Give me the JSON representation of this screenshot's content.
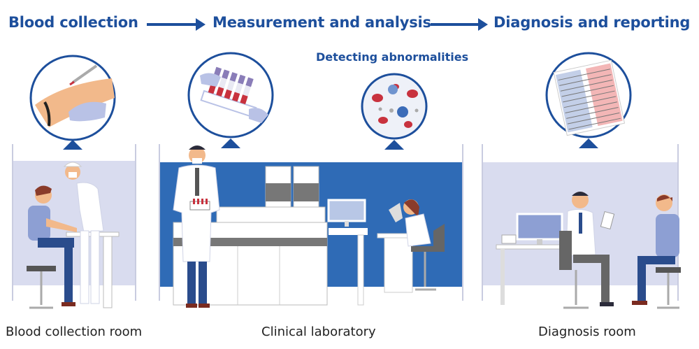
{
  "steps": [
    {
      "label": "Blood collection"
    },
    {
      "label": "Measurement and analysis"
    },
    {
      "label": "Diagnosis and reporting"
    }
  ],
  "sub_label": "Detecting abnormalities",
  "rooms": [
    {
      "label": "Blood collection room"
    },
    {
      "label": "Clinical laboratory"
    },
    {
      "label": "Diagnosis room"
    }
  ],
  "colors": {
    "title_blue": "#1d4f9c",
    "lab_blue": "#2f6bb6",
    "room_lavender": "#d9dcef",
    "skin": "#f2b98b",
    "blood_red": "#c8323e",
    "vial_purple": "#8a7db8"
  }
}
